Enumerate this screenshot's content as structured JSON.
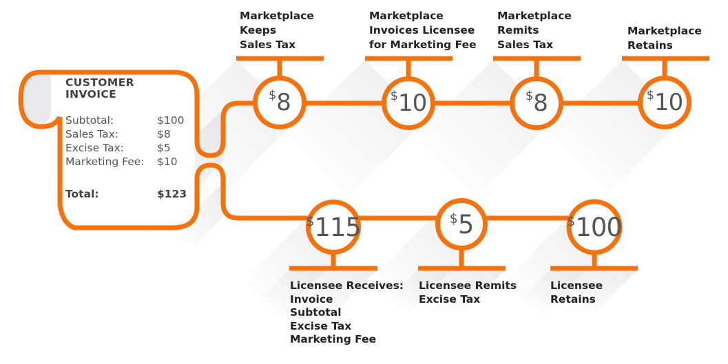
{
  "colors": {
    "accent": "#F5720E",
    "text_dark": "#232226",
    "text_gray": "#55565A",
    "curl_fill": "#E9E9EB",
    "node_fill": "#FFFFFF"
  },
  "invoice": {
    "title": "CUSTOMER INVOICE",
    "items": [
      {
        "label": "Subtotal:",
        "value": "$100"
      },
      {
        "label": "Sales Tax:",
        "value": "$8"
      },
      {
        "label": "Excise Tax:",
        "value": "$5"
      },
      {
        "label": "Marketing Fee:",
        "value": "$10"
      }
    ],
    "total": {
      "label": "Total:",
      "value": "$123"
    }
  },
  "top_row": [
    {
      "currency": "$",
      "amount": "8",
      "label": "Marketplace\nKeeps\nSales Tax"
    },
    {
      "currency": "$",
      "amount": "10",
      "label": "Marketplace\nInvoices Licensee\nfor Marketing Fee"
    },
    {
      "currency": "$",
      "amount": "8",
      "label": "Marketplace\nRemits\nSales Tax"
    },
    {
      "currency": "$",
      "amount": "10",
      "label": "Marketplace\nRetains"
    }
  ],
  "bottom_row": [
    {
      "currency": "$",
      "amount": "115",
      "label": "Licensee Receives:\nInvoice\nSubtotal\nExcise Tax\nMarketing Fee"
    },
    {
      "currency": "$",
      "amount": "5",
      "label": "Licensee Remits\nExcise Tax"
    },
    {
      "currency": "$",
      "amount": "100",
      "label": "Licensee\nRetains"
    }
  ]
}
